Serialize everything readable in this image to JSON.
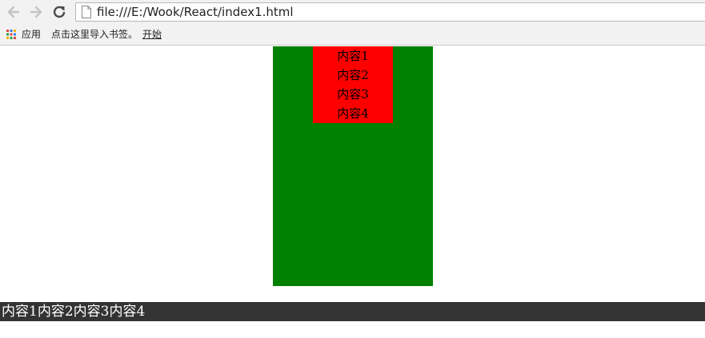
{
  "browser": {
    "address": "file:///E:/Wook/React/index1.html",
    "icons": {
      "back": "arrow-left-icon",
      "forward": "arrow-right-icon",
      "reload": "reload-icon",
      "page": "file-icon",
      "apps": "apps-grid-icon"
    }
  },
  "bookmarks": {
    "apps_label": "应用",
    "hint": "点击这里导入书签。",
    "start_link": "开始"
  },
  "page": {
    "outer_color": "#008000",
    "inner_color": "#ff0000",
    "items": [
      "内容1",
      "内容2",
      "内容3",
      "内容4"
    ],
    "footer_text": "内容1内容2内容3内容4",
    "footer_color": "#333333"
  }
}
